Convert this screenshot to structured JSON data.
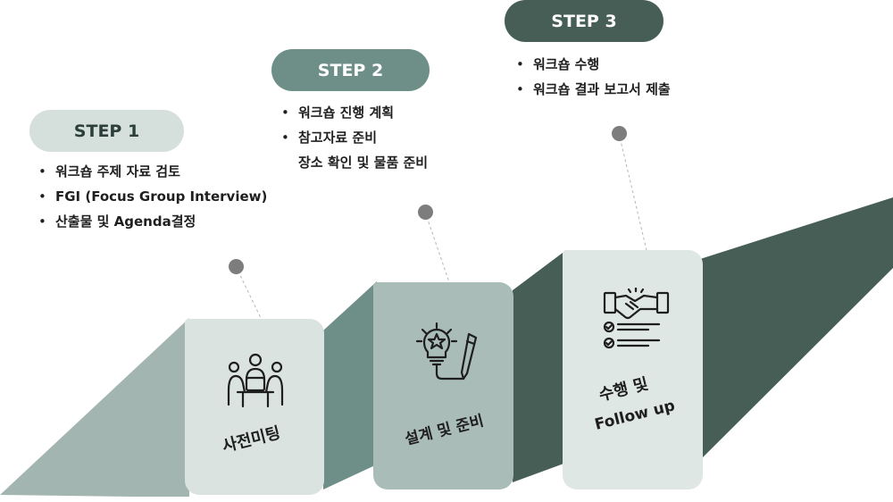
{
  "steps": [
    {
      "label": "STEP 1",
      "bullets": [
        "워크숍 주제 자료 검토",
        "FGI (Focus Group Interview)",
        "산출물 및 Agenda결정"
      ],
      "card_label": "사전미팅",
      "icon": "meeting-icon"
    },
    {
      "label": "STEP 2",
      "bullets": [
        "워크숍 진행 계획",
        "참고자료 준비",
        "장소 확인 및 물품 준비"
      ],
      "card_label": "설계 및 준비",
      "icon": "idea-pen-icon"
    },
    {
      "label": "STEP 3",
      "bullets": [
        "워크숍 수행",
        "워크숍 결과 보고서 제출"
      ],
      "card_label_line1": "수행 및",
      "card_label_line2": "Follow up",
      "icon": "handshake-checklist-icon"
    }
  ],
  "colors": {
    "band_light": "#a3b5b0",
    "band_mid": "#6e8f87",
    "band_dark": "#465e56",
    "pill1": "#d5dfdc",
    "pill2": "#6e8f87",
    "pill3": "#465e56",
    "dot": "#7d7d7d"
  }
}
